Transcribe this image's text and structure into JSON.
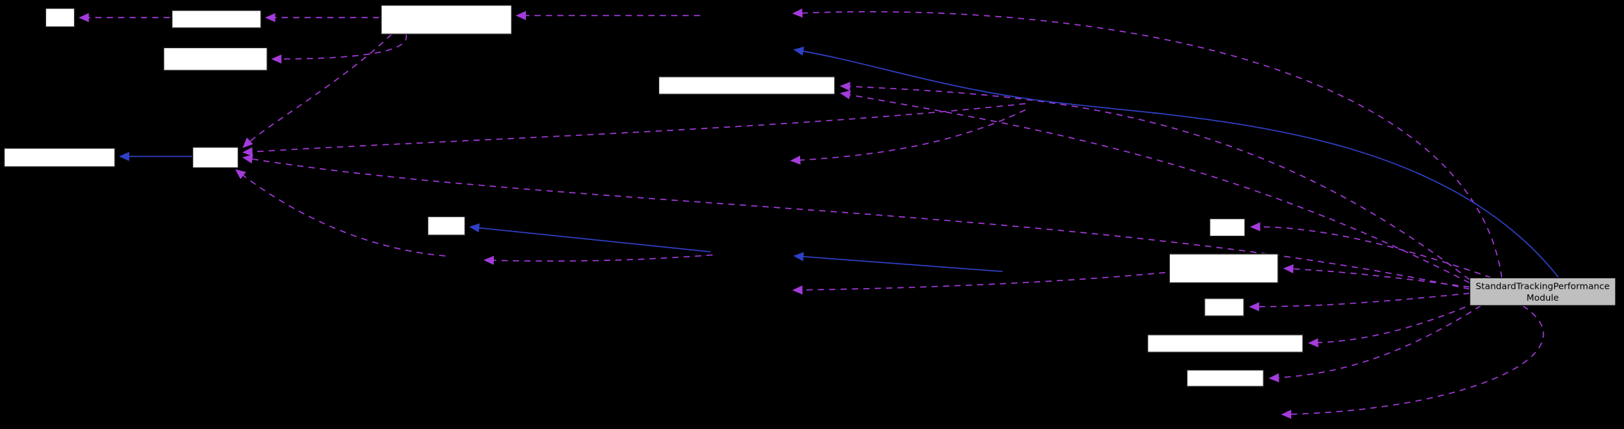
{
  "diagram": {
    "type": "dependency-graph",
    "background": "#000000",
    "highlight_node": {
      "line1": "StandardTrackingPerformance",
      "line2": "Module"
    },
    "colors": {
      "dashed_edge": "#A43BDB",
      "solid_edge": "#3140C8",
      "node_fill": "#FFFFFF",
      "highlight_node_fill": "#BFBFBF",
      "node_text": "#000000"
    },
    "unlabeled_node_count": 13
  }
}
